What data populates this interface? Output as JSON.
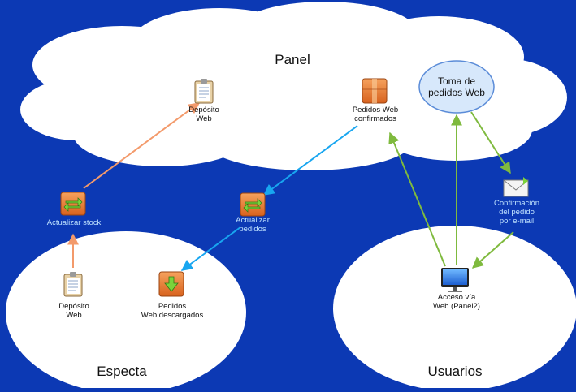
{
  "regions": {
    "panel": "Panel",
    "especta": "Especta",
    "usuarios": "Usuarios"
  },
  "nodes": {
    "deposito_panel": "Depósito\nWeb",
    "pedidos_confirmados": "Pedidos Web\nconfirmados",
    "toma_pedidos": "Toma de\npedidos Web",
    "actualizar_stock": "Actualizar stock",
    "actualizar_pedidos": "Actualizar\npedidos",
    "confirmacion_email": "Confirmación\ndel pedido\npor e-mail",
    "deposito_especta": "Depósito\nWeb",
    "pedidos_descargados": "Pedidos\nWeb descargados",
    "acceso_web": "Acceso vía\nWeb (Panel2)"
  },
  "colors": {
    "background": "#0c39b4",
    "cloud": "#ffffff",
    "stock_flow": "#f39a6b",
    "order_flow": "#18a6f0",
    "user_flow": "#7fba3e",
    "process_label": "#bfe2ff",
    "ellipse_node": "#d7e8fb"
  },
  "icons": {
    "deposito": "clipboard-icon",
    "pedidos_confirmados": "package-icon",
    "actualizar": "sync-arrows-icon",
    "pedidos_descargados": "download-box-icon",
    "email": "envelope-icon",
    "acceso": "monitor-icon"
  }
}
